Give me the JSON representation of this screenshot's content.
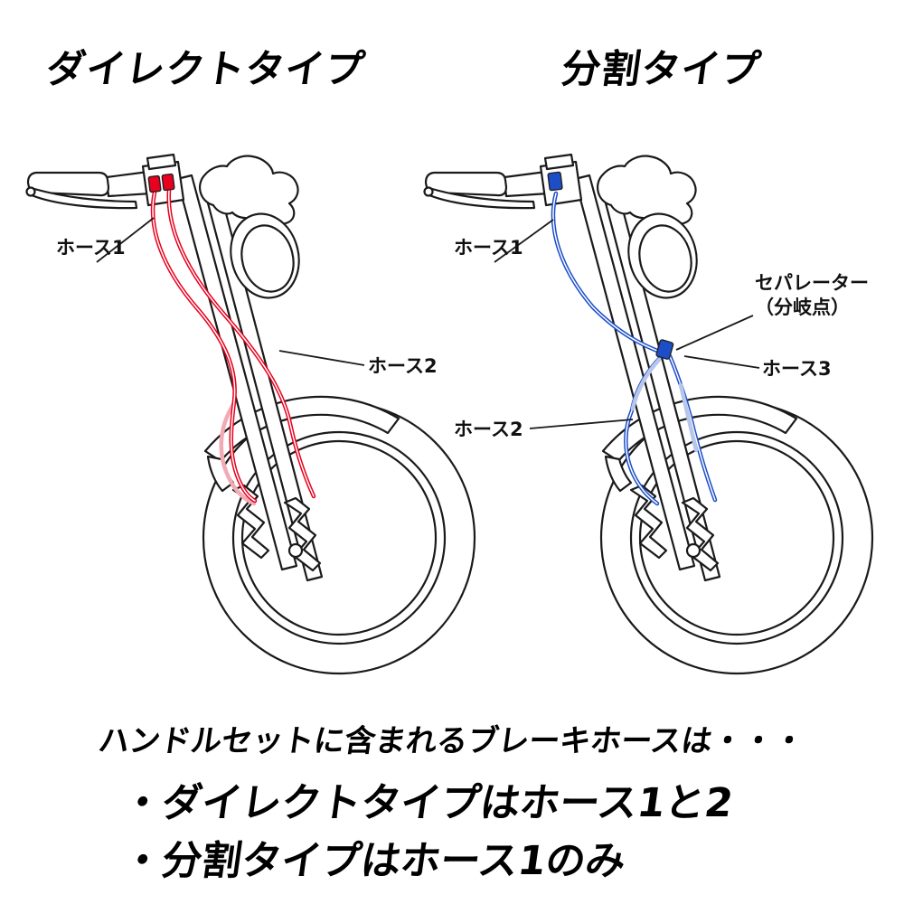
{
  "headings": {
    "direct": "ダイレクトタイプ",
    "split": "分割タイプ"
  },
  "diagram": {
    "direct": {
      "hose1": "ホース1",
      "hose2": "ホース2"
    },
    "split": {
      "hose1": "ホース1",
      "hose2": "ホース2",
      "hose3": "ホース3",
      "separator_title": "セパレーター",
      "separator_sub": "（分岐点）"
    }
  },
  "footer": {
    "intro": "ハンドルセットに含まれるブレーキホースは・・・",
    "bullet_direct": "・ダイレクトタイプはホース1と2",
    "bullet_split": "・分割タイプはホース1のみ"
  },
  "colors": {
    "line_art": "#1a1a1a",
    "direct_hose": "#e8001e",
    "direct_hose_light": "#f2aab4",
    "split_hose": "#1c4ec8",
    "split_hose_light": "#b7c6ea"
  }
}
